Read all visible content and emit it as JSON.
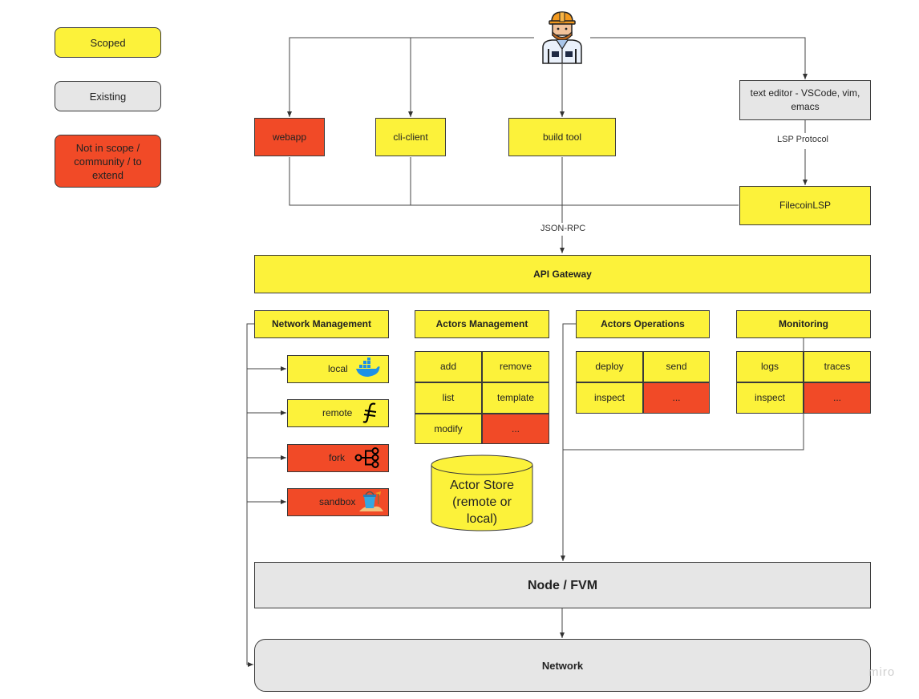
{
  "legend": {
    "scoped": "Scoped",
    "existing": "Existing",
    "not_in_scope": "Not in scope / community / to extend"
  },
  "clients": {
    "webapp": "webapp",
    "cli_client": "cli-client",
    "build_tool": "build tool",
    "text_editor": "text editor - VSCode, vim, emacs",
    "lsp": "FilecoinLSP"
  },
  "edge_labels": {
    "lsp_protocol": "LSP Protocol",
    "json_rpc": "JSON-RPC"
  },
  "gateway": "API Gateway",
  "network_management": {
    "title": "Network Management",
    "items": [
      "local",
      "remote",
      "fork",
      "sandbox"
    ]
  },
  "actors_management": {
    "title": "Actors Management",
    "items": [
      "add",
      "remove",
      "list",
      "template",
      "modify",
      "..."
    ]
  },
  "actor_store": "Actor Store (remote or local)",
  "actors_operations": {
    "title": "Actors Operations",
    "items": [
      "deploy",
      "send",
      "inspect",
      "..."
    ]
  },
  "monitoring": {
    "title": "Monitoring",
    "items": [
      "logs",
      "traces",
      "inspect",
      "..."
    ]
  },
  "node": "Node / FVM",
  "network": "Network",
  "watermark": "miro",
  "colors": {
    "scoped": "#fcf23a",
    "existing": "#e6e6e6",
    "not_in_scope": "#f14a27"
  },
  "icons": [
    "developer-icon",
    "docker-icon",
    "filecoin-icon",
    "fork-icon",
    "sandbox-icon"
  ]
}
